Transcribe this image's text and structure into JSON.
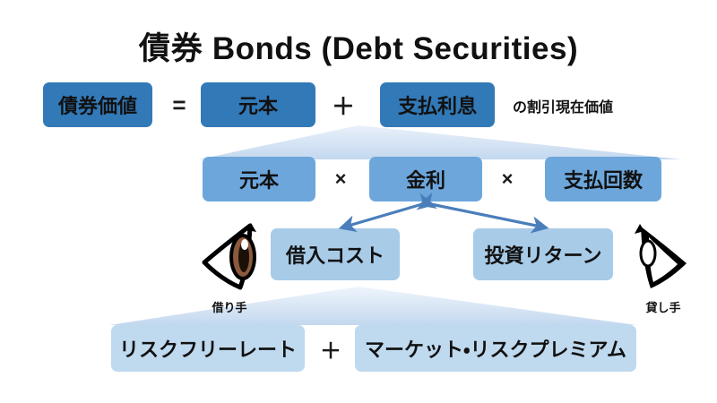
{
  "title": {
    "jp": "債券",
    "en": "Bonds (Debt Securities)"
  },
  "colors": {
    "tier1": "#3279B8",
    "tier2": "#6CA6DB",
    "tier3": "#A8CBE8",
    "tier4": "#BFD9EF",
    "arrow": "#4A7EBB",
    "connector": "#C9DCF0",
    "text": "#111111",
    "background": "#FFFFFF"
  },
  "row1": {
    "result_box": "債券価値",
    "equals": "=",
    "term1_box": "元本",
    "plus": "＋",
    "term2_box": "支払利息",
    "suffix_text": "の割引現在価値"
  },
  "row2": {
    "term1_box": "元本",
    "times1": "×",
    "term2_box": "金利",
    "times2": "×",
    "term3_box": "支払回数"
  },
  "row3": {
    "left_box": "借入コスト",
    "right_box": "投資リターン",
    "left_caption": "借り手",
    "right_caption": "貸し手",
    "left_icon": "eye-outline-icon",
    "right_icon": "eye-solid-icon"
  },
  "row4": {
    "term1_box": "リスクフリーレート",
    "plus": "＋",
    "term2_box": "マーケット・リスクプレミアム"
  }
}
